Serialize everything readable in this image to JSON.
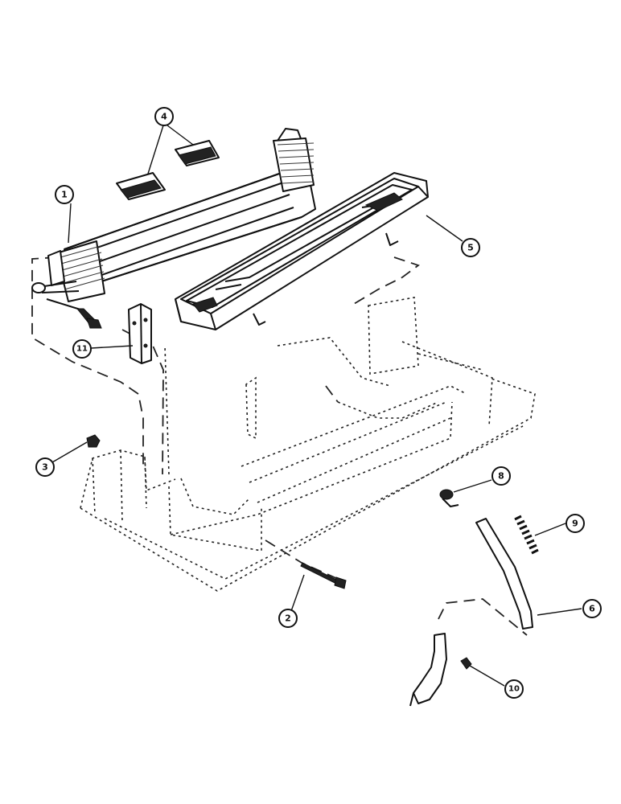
{
  "callouts": [
    {
      "id": "1",
      "label": "1",
      "part": "heater-core"
    },
    {
      "id": "2",
      "label": "2",
      "part": "bolt"
    },
    {
      "id": "3",
      "label": "3",
      "part": "nut"
    },
    {
      "id": "4",
      "label": "4",
      "part": "seal-pads"
    },
    {
      "id": "5",
      "label": "5",
      "part": "drain-pan"
    },
    {
      "id": "6",
      "label": "6",
      "part": "drain-hose"
    },
    {
      "id": "8",
      "label": "8",
      "part": "fitting"
    },
    {
      "id": "9",
      "label": "9",
      "part": "spring"
    },
    {
      "id": "10",
      "label": "10",
      "part": "clamp"
    },
    {
      "id": "11",
      "label": "11",
      "part": "bracket"
    }
  ],
  "colors": {
    "ink": "#111111",
    "paper": "#ffffff"
  }
}
